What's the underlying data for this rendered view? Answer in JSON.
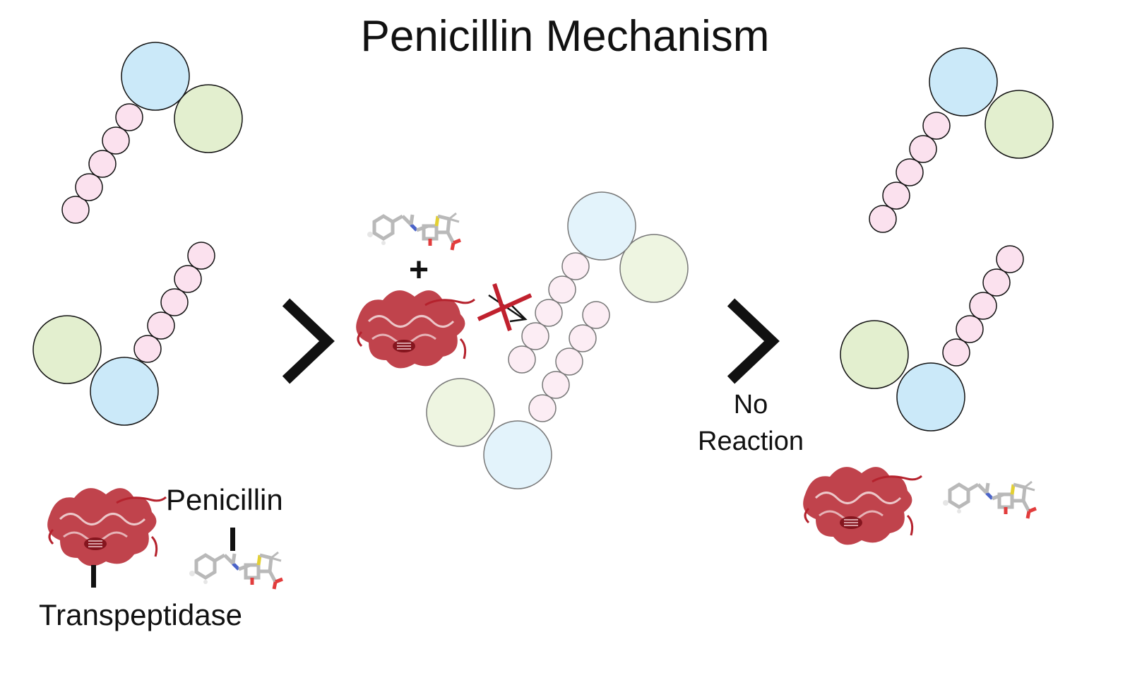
{
  "title": "Penicillin Mechanism",
  "labels": {
    "penicillin": "Penicillin",
    "transpeptidase": "Transpeptidase",
    "plus": "+",
    "no": "No",
    "reaction": "Reaction"
  },
  "colors": {
    "blue": "#cbe9f9",
    "green": "#e3efcf",
    "pink": "#fbe1ee",
    "blue_faded": "#e3f3fb",
    "green_faded": "#eef5e1",
    "pink_faded": "#fcedf4",
    "protein": "#b5222d",
    "cross": "#c0212e",
    "arrow": "#111111"
  }
}
